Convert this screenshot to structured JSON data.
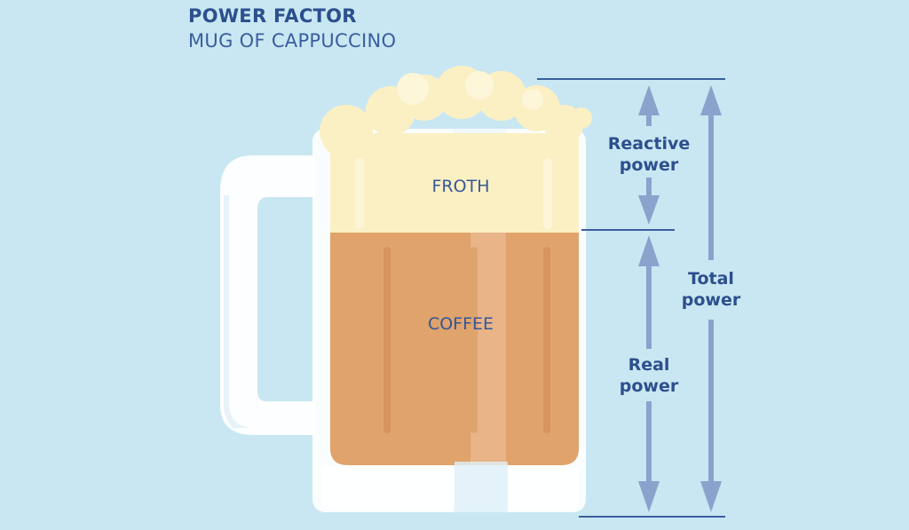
{
  "title": "POWER FACTOR",
  "subtitle": "MUG OF CAPPUCCINO",
  "labels": {
    "froth": "FROTH",
    "coffee": "COFFEE",
    "reactive_line1": "Reactive",
    "reactive_line2": "power",
    "real_line1": "Real",
    "real_line2": "power",
    "total_line1": "Total",
    "total_line2": "power"
  },
  "colors": {
    "background": "#c9e7f2",
    "title": "#2c4f8e",
    "froth": "#fbf0c4",
    "coffee": "#e0a36b",
    "arrow": "#8aa3cc",
    "line": "#3a5e9e",
    "mug_glass": "#ffffff"
  },
  "icons": {
    "froth_foam": "foam-bubbles-icon",
    "mug_handle": "mug-handle-icon"
  }
}
